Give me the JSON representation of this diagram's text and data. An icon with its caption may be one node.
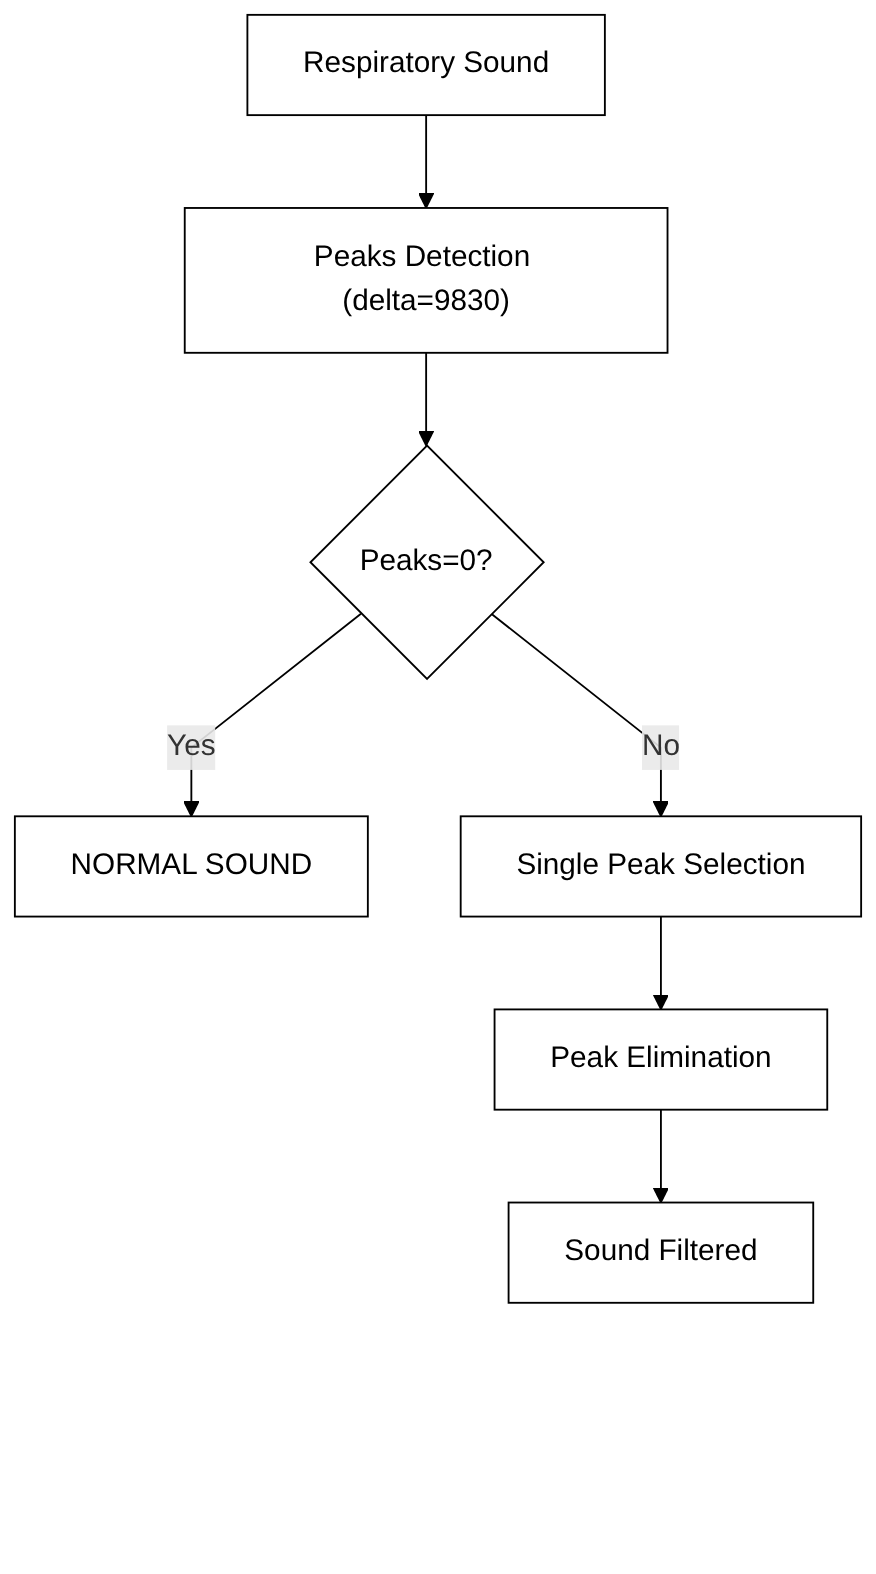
{
  "diagram": {
    "nodes": [
      {
        "text": [
          "Respiratory Sound"
        ]
      },
      {
        "text": [
          "Peaks Detection (delta=9830)"
        ]
      },
      {
        "text": [
          "Peaks=0?"
        ]
      },
      {
        "text": [
          "NORMAL SOUND"
        ]
      },
      {
        "text": [
          "Single Peak Selection"
        ]
      },
      {
        "text": [
          "Peak Elimination"
        ]
      },
      {
        "text": [
          "Sound Filtered"
        ]
      }
    ],
    "edges": [
      {
        "from": 0,
        "to": 1,
        "arrow": "to"
      },
      {
        "from": 1,
        "to": 2,
        "arrow": "to"
      },
      {
        "from": 2,
        "to": 3,
        "arrow": "to",
        "label": "Yes"
      },
      {
        "from": 2,
        "to": 4,
        "arrow": "to",
        "label": "No"
      },
      {
        "from": 4,
        "to": 5,
        "arrow": "to"
      },
      {
        "from": 5,
        "to": 6,
        "arrow": "to"
      }
    ]
  }
}
